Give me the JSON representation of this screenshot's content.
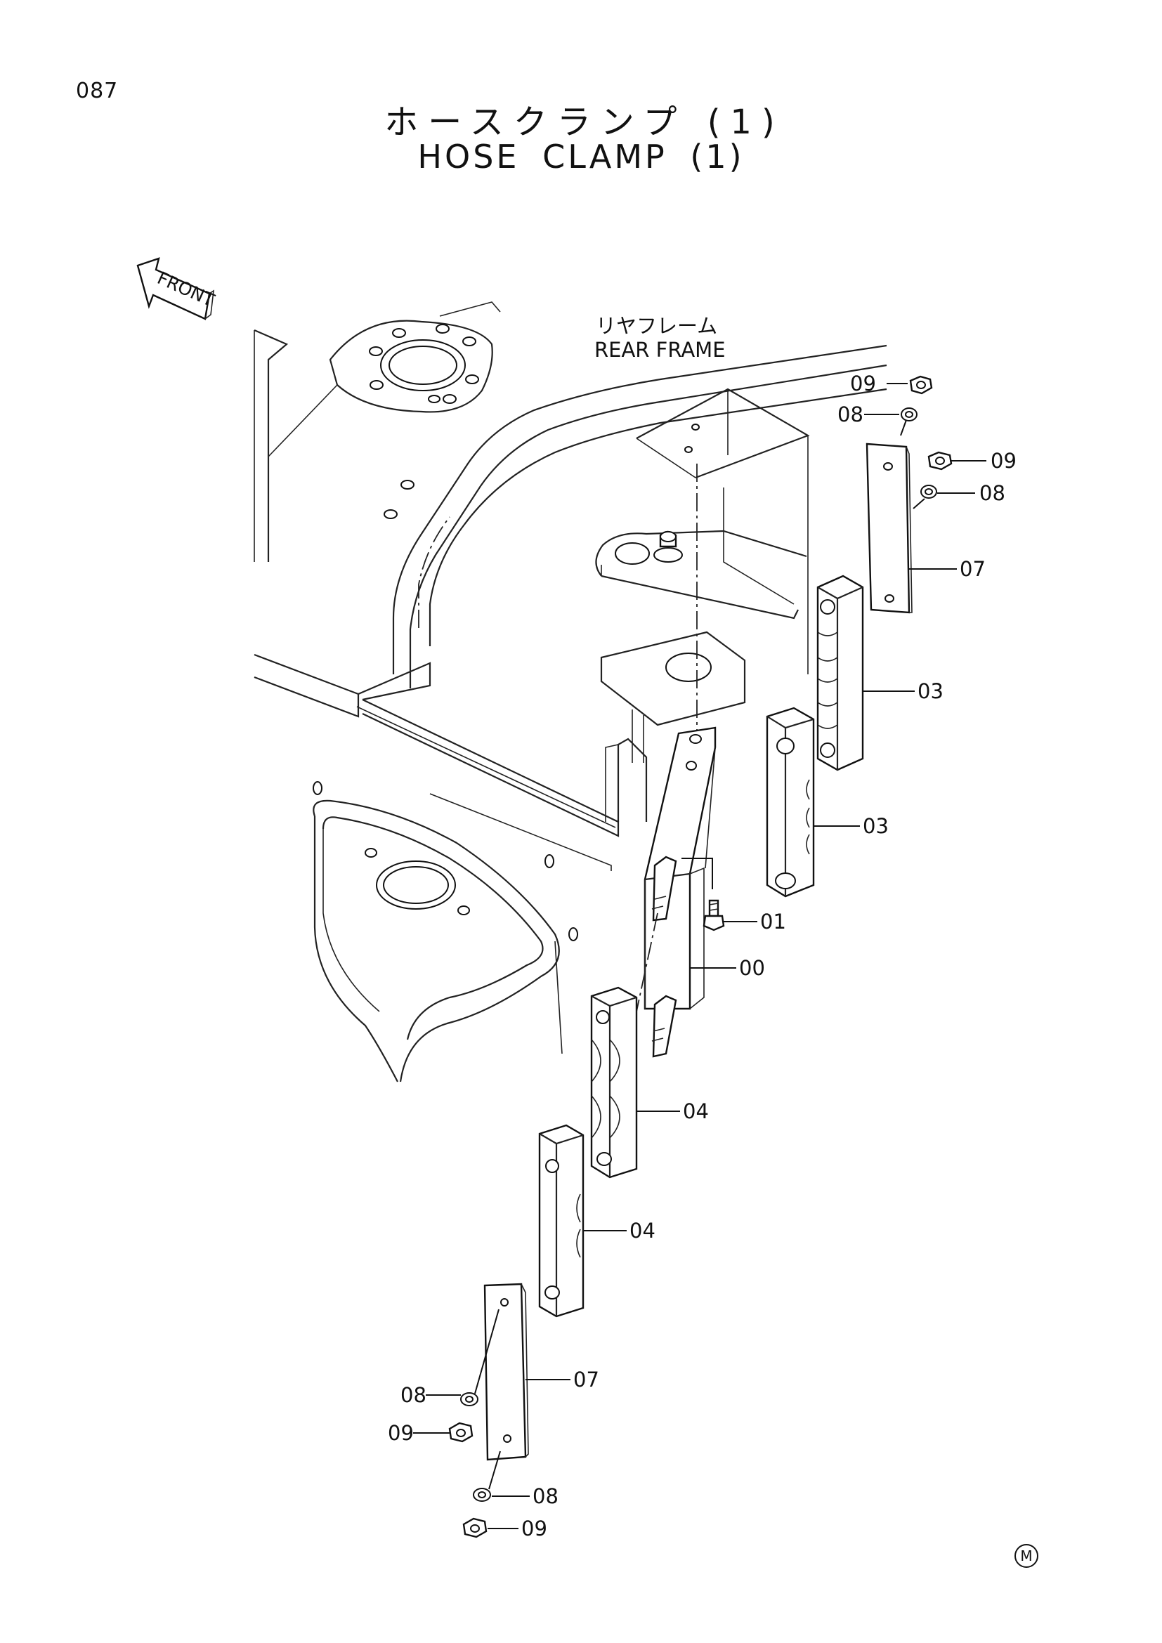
{
  "page": {
    "number": "087"
  },
  "title": {
    "jp": "ホースクランプ (1)",
    "en": "HOSE CLAMP (1)"
  },
  "front_label": "FRONT",
  "frame_label": {
    "jp": "リヤフレーム",
    "en": "REAR FRAME"
  },
  "callouts": [
    "09",
    "08",
    "09",
    "08",
    "07",
    "03",
    "03",
    "01",
    "00",
    "04",
    "04",
    "07",
    "08",
    "09",
    "08",
    "09"
  ],
  "mark": "M"
}
